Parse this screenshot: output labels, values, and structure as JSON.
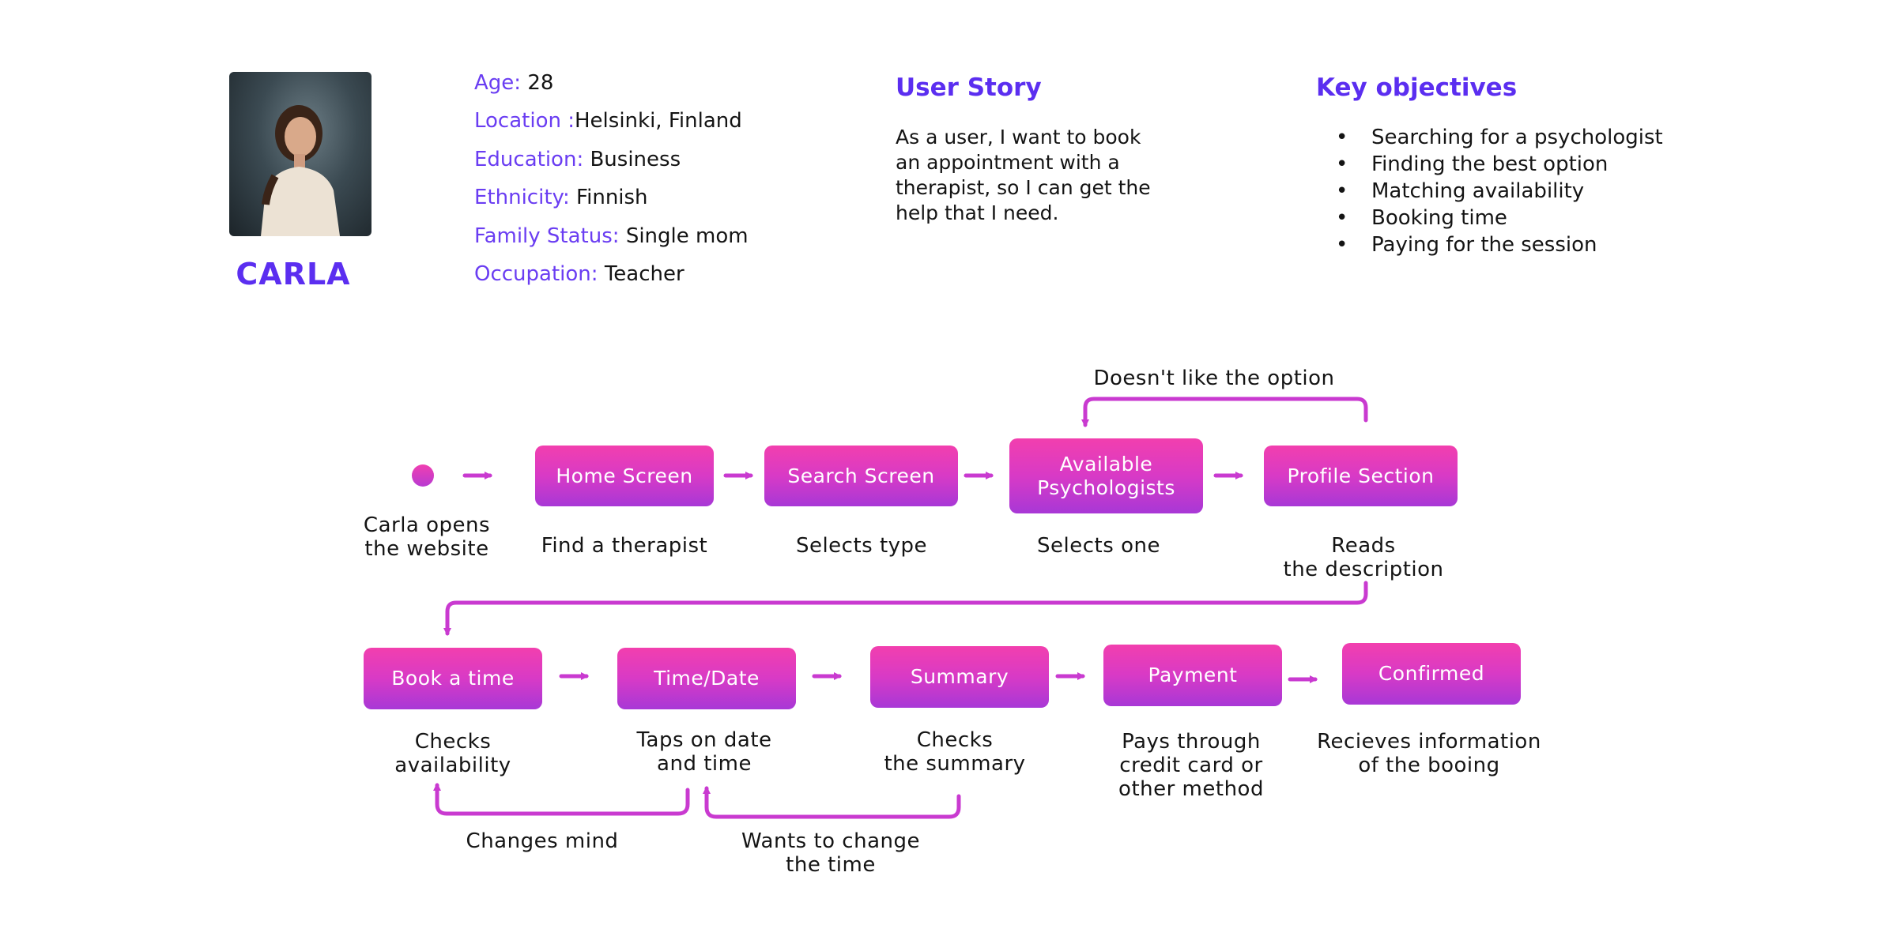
{
  "persona": {
    "name": "CARLA",
    "attributes": [
      {
        "key": "Age:",
        "value": "28"
      },
      {
        "key": "Location :",
        "value": "Helsinki, Finland"
      },
      {
        "key": "Education:",
        "value": "Business"
      },
      {
        "key": "Ethnicity:",
        "value": "Finnish"
      },
      {
        "key": "Family Status:",
        "value": "Single mom"
      },
      {
        "key": "Occupation:",
        "value": "Teacher"
      }
    ]
  },
  "user_story": {
    "title": "User Story",
    "lines": [
      "As a user, I want to book",
      "an appointment with a",
      "therapist, so I can get the",
      "help that I need."
    ]
  },
  "key_objectives": {
    "title": "Key objectives",
    "items": [
      "Searching for a psychologist",
      "Finding the best option",
      "Matching availability",
      "Booking time",
      "Paying for the session"
    ]
  },
  "flow": {
    "start_caption": [
      "Carla opens",
      "the website"
    ],
    "row1": [
      {
        "label": [
          "Home Screen"
        ],
        "caption": [
          "Find a therapist"
        ]
      },
      {
        "label": [
          "Search Screen"
        ],
        "caption": [
          "Selects type"
        ]
      },
      {
        "label": [
          "Available",
          "Psychologists"
        ],
        "caption": [
          "Selects one"
        ]
      },
      {
        "label": [
          "Profile Section"
        ],
        "caption": [
          "Reads",
          "the description"
        ]
      }
    ],
    "row2": [
      {
        "label": [
          "Book a time"
        ],
        "caption": [
          "Checks",
          "availability"
        ]
      },
      {
        "label": [
          "Time/Date"
        ],
        "caption": [
          "Taps on date",
          "and time"
        ]
      },
      {
        "label": [
          "Summary"
        ],
        "caption": [
          "Checks",
          "the summary"
        ]
      },
      {
        "label": [
          "Payment"
        ],
        "caption": [
          "Pays through",
          "credit card or",
          "other method"
        ]
      },
      {
        "label": [
          "Confirmed"
        ],
        "caption": [
          "Recieves information",
          "of the booing"
        ]
      }
    ],
    "loops": {
      "doesnt_like": "Doesn't like the option",
      "changes_mind": "Changes mind",
      "wants_change": [
        "Wants to change",
        "the time"
      ]
    },
    "colors": {
      "accent": "#5b2ef0",
      "node_top": "#f23fae",
      "node_bottom": "#a838d6",
      "connector": "#c93ad0"
    }
  }
}
